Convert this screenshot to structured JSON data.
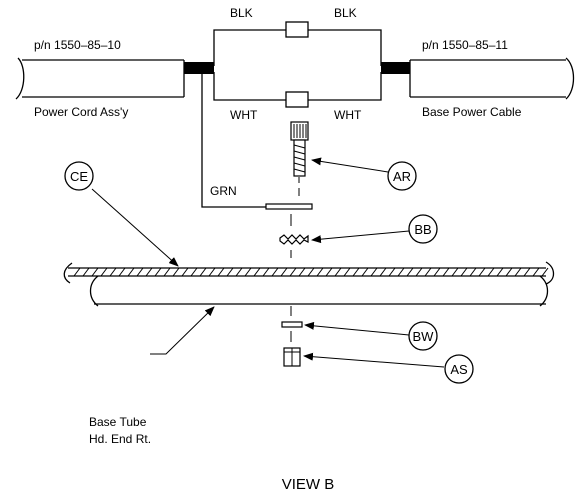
{
  "labels": {
    "left_pn": "p/n 1550–85–10",
    "right_pn": "p/n 1550–85–11",
    "left_cable": "Power Cord Ass'y",
    "right_cable": "Base Power Cable",
    "blk_left": "BLK",
    "blk_right": "BLK",
    "wht_left": "WHT",
    "wht_right": "WHT",
    "grn": "GRN",
    "base_tube_line1": "Base Tube",
    "base_tube_line2": "Hd. End Rt.",
    "view": "VIEW B"
  },
  "callouts": {
    "ce": "CE",
    "ar": "AR",
    "bb": "BB",
    "bw": "BW",
    "as": "AS"
  }
}
